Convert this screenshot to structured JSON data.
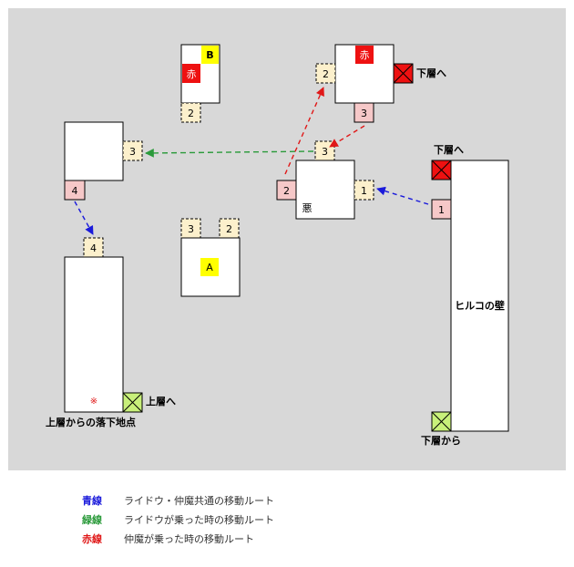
{
  "rooms": {
    "room_b": {
      "label": "B",
      "marker": "赤"
    },
    "room_a": {
      "label": "A"
    },
    "room_evil": {
      "label": "悪"
    },
    "room_top_right": {
      "marker": "赤"
    },
    "wall": {
      "label": "ヒルコの壁"
    }
  },
  "doors": {
    "b_bottom": "2",
    "left_top_right": "3",
    "left_top_bottom": "4",
    "tall_left_top": "4",
    "a_left": "3",
    "a_right": "2",
    "evil_top": "3",
    "evil_left": "2",
    "evil_right": "1",
    "tr_left": "2",
    "tr_bottom": "3",
    "wall_left": "1"
  },
  "labels": {
    "down_floor_top": "下層へ",
    "down_floor_wall": "下層へ",
    "up_floor": "上層へ",
    "from_up_floor": "上層からの落下地点",
    "from_down_floor": "下層から",
    "drop_mark": "※"
  },
  "legend": [
    {
      "key": "青線",
      "color": "#1a1adb",
      "desc": "ライドウ・仲魔共通の移動ルート"
    },
    {
      "key": "緑線",
      "color": "#2a9a3a",
      "desc": "ライドウが乗った時の移動ルート"
    },
    {
      "key": "赤線",
      "color": "#e01818",
      "desc": "仲魔が乗った時の移動ルート"
    }
  ],
  "colors": {
    "background": "#d8d8d8",
    "door_pink": "#f6c8c8",
    "door_cream": "#fcf0cc",
    "yellow": "#ffff00",
    "red": "#ee1111",
    "lime": "#c8f07a",
    "blue_route": "#1a1adb",
    "green_route": "#2a9a3a",
    "red_route": "#e01818"
  }
}
